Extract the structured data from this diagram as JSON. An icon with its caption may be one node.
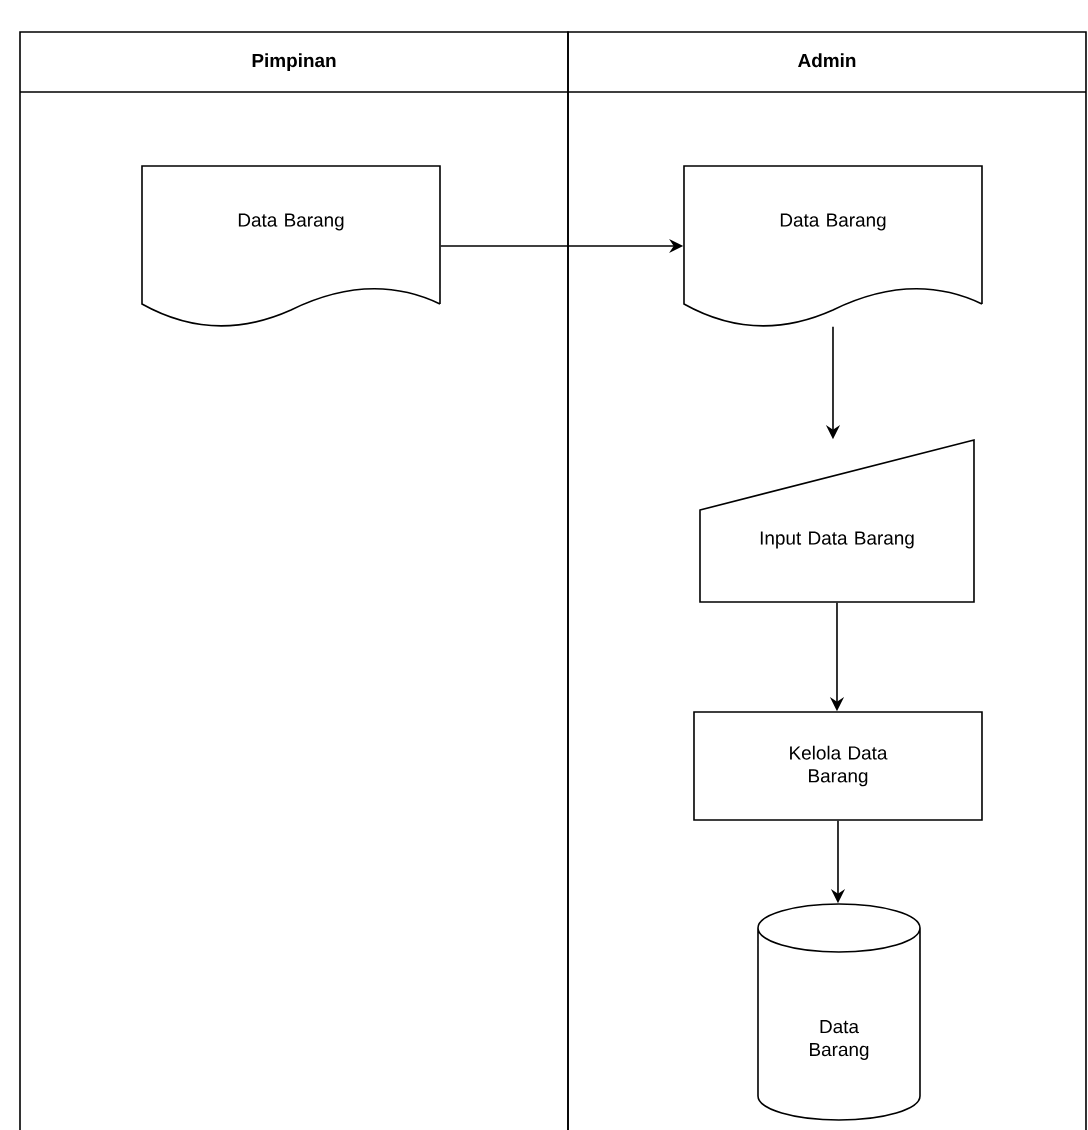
{
  "diagram": {
    "nodes": [
      {
        "text": [
          "Pimpinan"
        ]
      },
      {
        "text": [
          "Admin"
        ]
      },
      {
        "text": [
          "Data Barang"
        ],
        "in": 0
      },
      {
        "text": [
          "Data Barang"
        ],
        "in": 1
      },
      {
        "text": [
          "Input Data Barang"
        ],
        "in": 1
      },
      {
        "text": [
          "Kelola Data Barang"
        ],
        "in": 1
      },
      {
        "text": [
          "Data Barang"
        ],
        "in": 1
      }
    ],
    "edges": [
      {
        "from": 2,
        "to": 3,
        "arrow": "to"
      },
      {
        "from": 3,
        "to": 4,
        "arrow": "to"
      },
      {
        "from": 4,
        "to": 5,
        "arrow": "to"
      },
      {
        "from": 5,
        "to": 6,
        "arrow": "to"
      }
    ]
  }
}
